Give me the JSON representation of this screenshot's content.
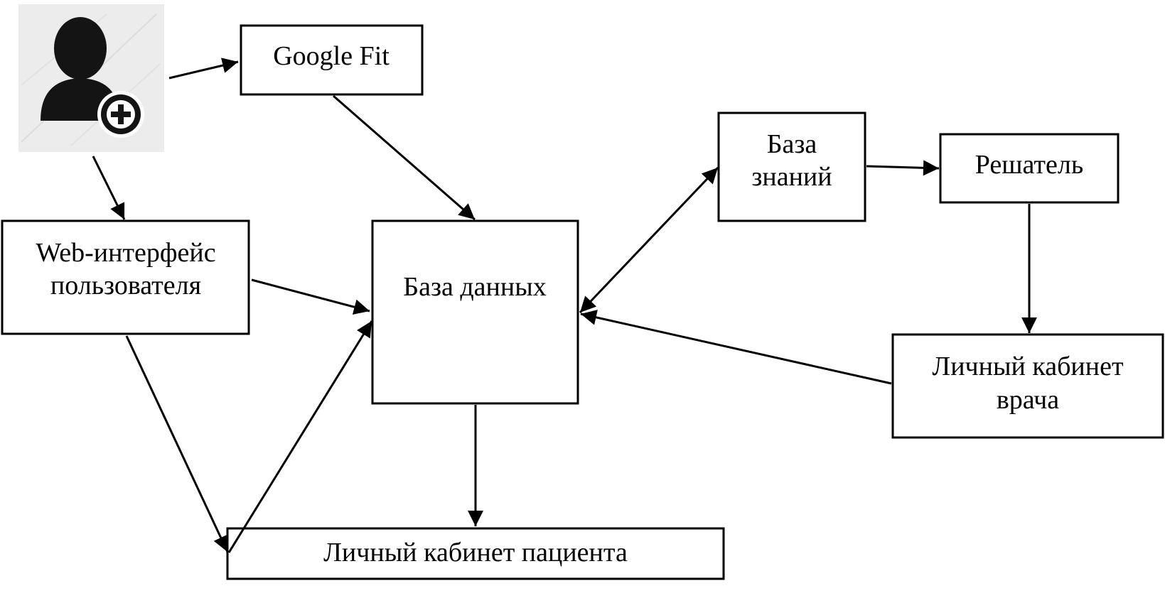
{
  "diagram": {
    "nodes": {
      "user_icon": {
        "label": ""
      },
      "google_fit": {
        "label": "Google Fit"
      },
      "web_interface": {
        "line1": "Web-интерфейс",
        "line2": "пользователя"
      },
      "database": {
        "label": "База данных"
      },
      "knowledge_base": {
        "line1": "База",
        "line2": "знаний"
      },
      "solver": {
        "label": "Решатель"
      },
      "doctor_cabinet": {
        "line1": "Личный кабинет",
        "line2": "врача"
      },
      "patient_cabinet": {
        "label": "Личный кабинет пациента"
      }
    },
    "edges": [
      {
        "from": "user_icon",
        "to": "google_fit",
        "direction": "forward"
      },
      {
        "from": "user_icon",
        "to": "web_interface",
        "direction": "forward"
      },
      {
        "from": "google_fit",
        "to": "database",
        "direction": "forward"
      },
      {
        "from": "web_interface",
        "to": "database",
        "direction": "forward"
      },
      {
        "from": "web_interface",
        "to": "patient_cabinet",
        "direction": "forward"
      },
      {
        "from": "patient_cabinet",
        "to": "database",
        "direction": "forward"
      },
      {
        "from": "database",
        "to": "patient_cabinet",
        "direction": "forward"
      },
      {
        "from": "database",
        "to": "knowledge_base",
        "direction": "both"
      },
      {
        "from": "knowledge_base",
        "to": "solver",
        "direction": "forward"
      },
      {
        "from": "solver",
        "to": "doctor_cabinet",
        "direction": "forward"
      },
      {
        "from": "doctor_cabinet",
        "to": "database",
        "direction": "forward"
      }
    ],
    "colors": {
      "line": "#000000",
      "box_fill": "#ffffff",
      "icon_bg": "#ececec",
      "icon_fg": "#141414"
    },
    "icons": {
      "user_icon": "add-user-icon"
    }
  }
}
